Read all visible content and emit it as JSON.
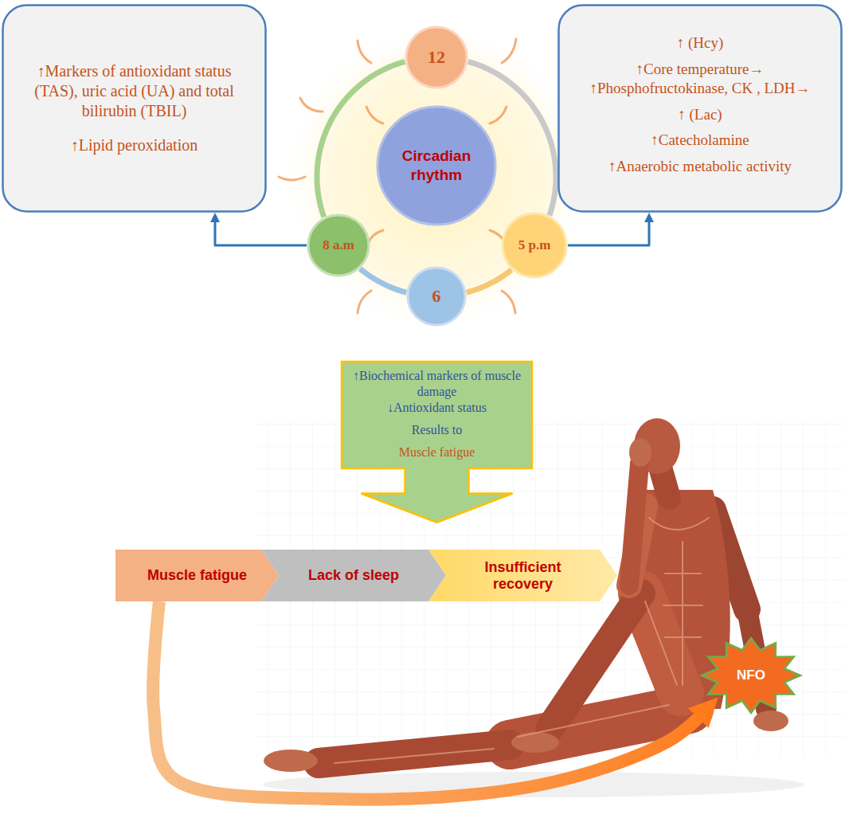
{
  "diagram": {
    "nodes": [
      {
        "text": [
          "↑Markers of antioxidant status (TAS), uric acid (UA) and total bilirubin (TBIL)",
          "↑Lipid peroxidation"
        ]
      },
      {
        "text": [
          "↑ (Hcy)",
          "↑Core temperature→ ↑Phosphofructokinase, CK , LDH→",
          "↑ (Lac)",
          "↑Catecholamine",
          "↑Anaerobic metabolic activity"
        ]
      },
      {
        "text": [
          "Circadian rhythm"
        ]
      },
      {
        "text": [
          "12"
        ]
      },
      {
        "text": [
          "8 a.m"
        ]
      },
      {
        "text": [
          "5 p.m"
        ]
      },
      {
        "text": [
          "6"
        ]
      },
      {
        "text": [
          "↑Biochemical markers of muscle damage",
          "↓Antioxidant status",
          "Results to",
          "Muscle fatigue"
        ]
      },
      {
        "text": [
          "Muscle fatigue"
        ]
      },
      {
        "text": [
          "Lack of sleep"
        ]
      },
      {
        "text": [
          "Insufficient recovery"
        ]
      },
      {
        "text": [
          "NFO"
        ]
      }
    ],
    "edges": [
      {
        "from": 4,
        "to": 0,
        "arrow": "to"
      },
      {
        "from": 5,
        "to": 1,
        "arrow": "to"
      },
      {
        "from": 3,
        "to": 5,
        "arrow": "none"
      },
      {
        "from": 5,
        "to": 6,
        "arrow": "none"
      },
      {
        "from": 6,
        "to": 4,
        "arrow": "none"
      },
      {
        "from": 4,
        "to": 3,
        "arrow": "none"
      },
      {
        "from": 8,
        "to": 11,
        "arrow": "to"
      }
    ]
  }
}
